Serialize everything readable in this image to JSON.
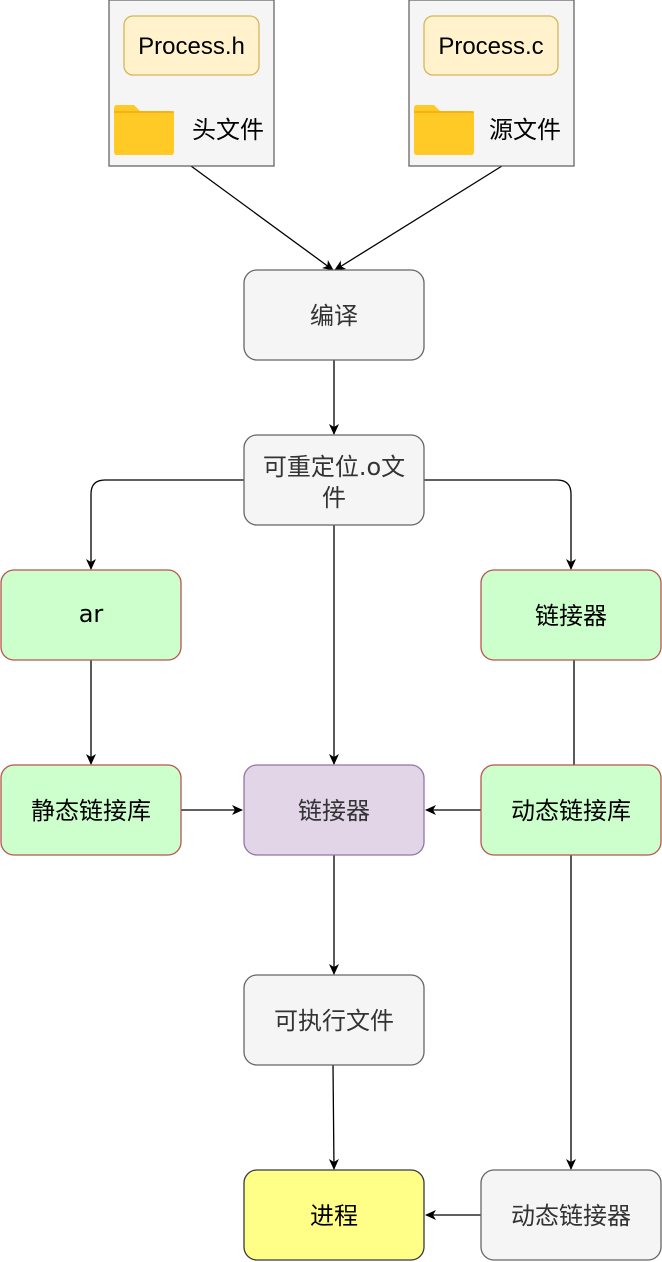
{
  "diagram": {
    "header_box": {
      "filename": "Process.h",
      "label": "头文件",
      "icon": "folder-icon"
    },
    "source_box": {
      "filename": "Process.c",
      "label": "源文件",
      "icon": "folder-icon"
    },
    "compile": "编译",
    "relocatable": {
      "line1": "可重定位.o文",
      "line2": "件"
    },
    "ar": "ar",
    "linker_right": "链接器",
    "static_lib": "静态链接库",
    "linker_center": "链接器",
    "dynamic_lib": "动态链接库",
    "executable": "可执行文件",
    "process": "进程",
    "dynamic_linker": "动态链接器"
  },
  "colors": {
    "gray_fill": "#f5f5f5",
    "gray_stroke": "#666666",
    "green_fill": "#ccffcc",
    "green_stroke": "#b85450",
    "purple_fill": "#e1d5e7",
    "purple_stroke": "#9673a6",
    "yellow_fill": "#ffff88",
    "yellow_stroke": "#36393d",
    "file_tag_fill": "#fff2cc",
    "file_tag_stroke": "#d6b656",
    "folder_color": "#ffc926"
  }
}
